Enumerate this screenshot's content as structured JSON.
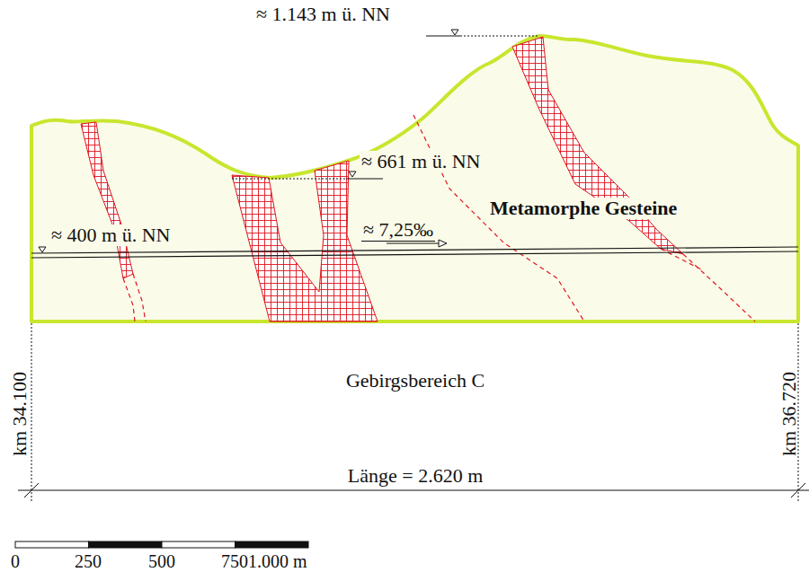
{
  "diagram": {
    "labels": [
      "≈ 1.143 m ü. NN",
      "≈ 661 m ü. NN",
      "≈ 400 m ü. NN",
      "≈ 7,25‰",
      "Metamorphe Gesteine",
      "Gebirgsbereich C",
      "km 34.100",
      "km 36.720",
      "Länge = 2.620 m",
      "0",
      "250",
      "500",
      "750",
      "1.000 m"
    ]
  }
}
